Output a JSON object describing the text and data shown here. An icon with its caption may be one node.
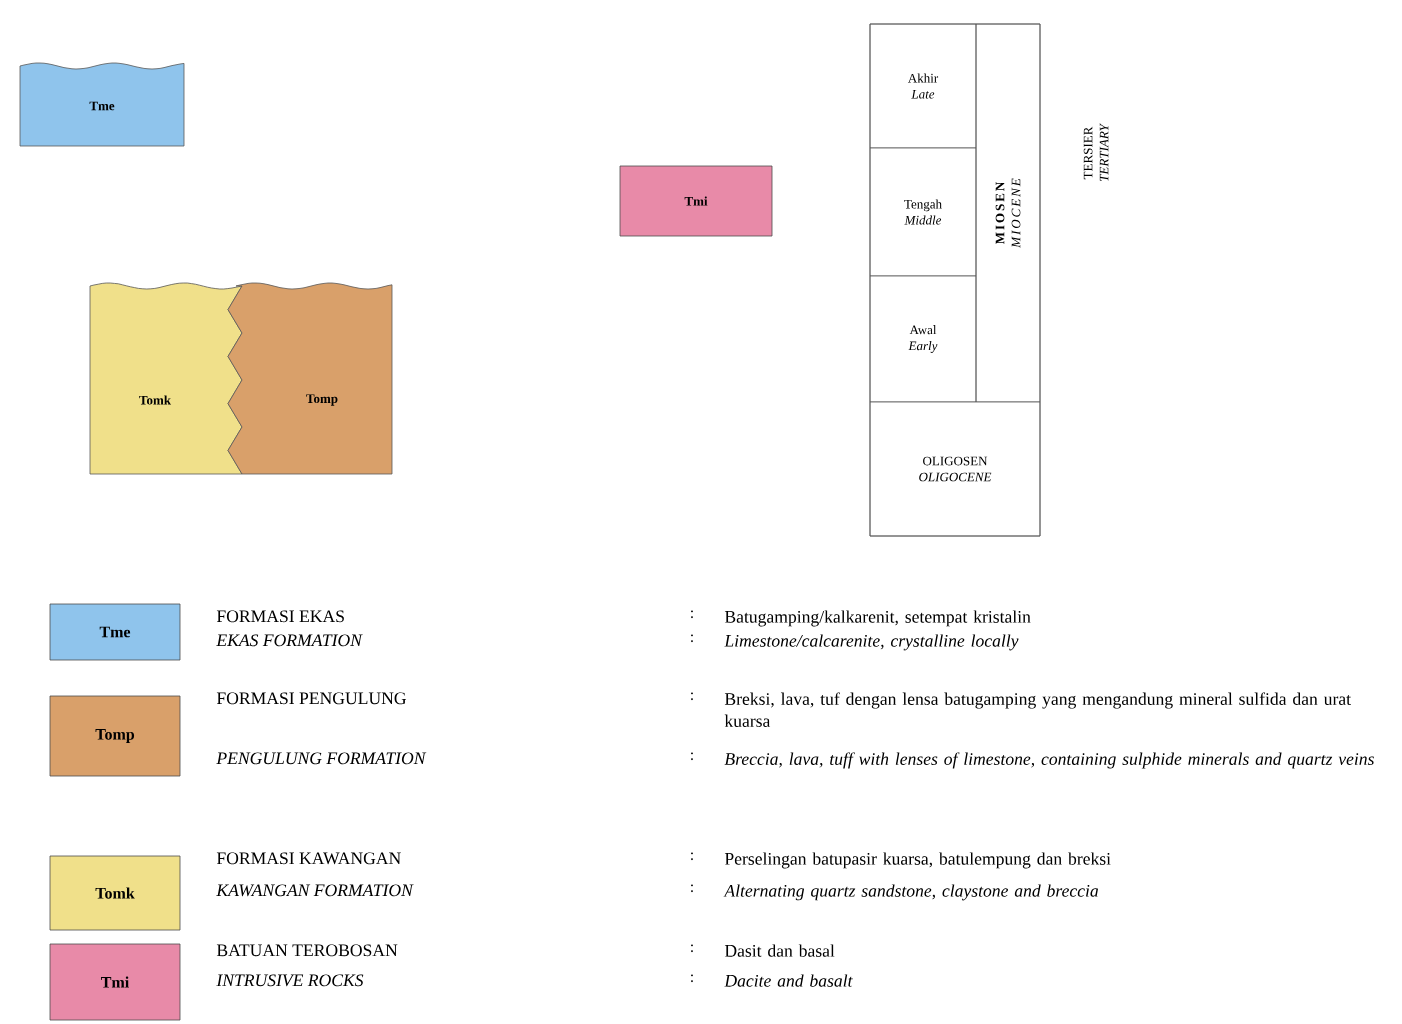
{
  "diagram": {
    "nodes": [
      {
        "text": [
          "Tme"
        ]
      },
      {
        "text": [
          "Tomk"
        ]
      },
      {
        "text": [
          "Tomp"
        ]
      },
      {
        "text": [
          "Tmi"
        ]
      },
      {
        "text": [
          "Akhir",
          "Late"
        ]
      },
      {
        "text": [
          "Tengah",
          "Middle"
        ]
      },
      {
        "text": [
          "Awal",
          "Early"
        ]
      },
      {
        "text": [
          "MIOSEN",
          "MIOCENE"
        ]
      },
      {
        "text": [
          "OLIGOSEN",
          "OLIGOCENE"
        ]
      },
      {
        "text": [
          "TERSIER",
          "TERTIARY"
        ]
      },
      {
        "text": [
          "Tme"
        ],
        "beside": [
          "FORMASI EKAS",
          "EKAS FORMATION",
          "Batugamping/kalkarenit, setempat kristalin",
          "Limestone/calcarenite, crystalline locally"
        ]
      },
      {
        "text": [
          "Tomp"
        ],
        "beside": [
          "FORMASI PENGULUNG",
          "PENGULUNG FORMATION",
          "Breksi, lava, tuf dengan lensa batugamping yang mengandung mineral sulfida dan urat kuarsa",
          "Breccia, lava, tuff with lenses of limestone, containing sulphide minerals and quartz veins"
        ]
      },
      {
        "text": [
          "Tomk"
        ],
        "beside": [
          "FORMASI KAWANGAN",
          "KAWANGAN FORMATION",
          "Perselingan batupasir kuarsa, batulempung dan breksi",
          "Alternating quartz sandstone, claystone and breccia"
        ]
      },
      {
        "text": [
          "Tmi"
        ],
        "beside": [
          "BATUAN TEROBOSAN",
          "INTRUSIVE ROCKS",
          "Dasit dan basal",
          "Dacite and basalt"
        ]
      }
    ],
    "labels": [
      ":",
      ":",
      ":",
      ":",
      ":",
      ":",
      ":",
      ":"
    ]
  }
}
